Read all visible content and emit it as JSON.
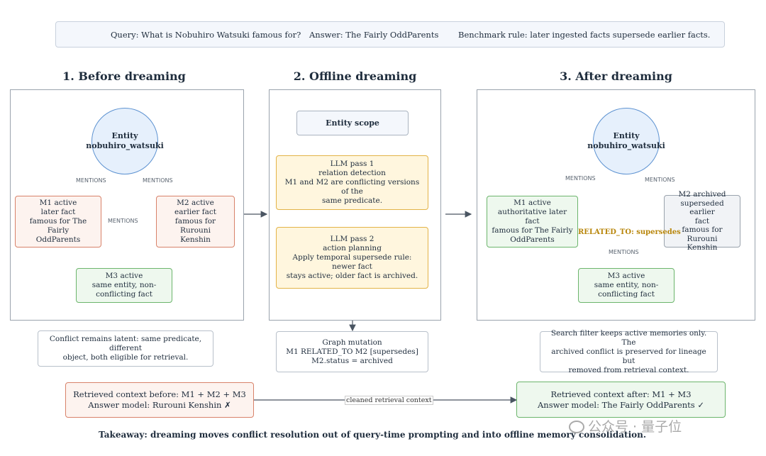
{
  "header": {
    "query": "Query: What is Nobuhiro Watsuki famous for?",
    "answer": "Answer: The Fairly OddParents",
    "rule": "Benchmark rule: later ingested facts supersede earlier facts."
  },
  "stages": {
    "before": {
      "title": "1. Before dreaming",
      "entity": {
        "label": "Entity",
        "id": "nobuhiro_watsuki"
      },
      "m1": [
        "M1 active",
        "later fact",
        "famous for The Fairly",
        "OddParents"
      ],
      "m2": [
        "M2 active",
        "earlier fact",
        "famous for Rurouni",
        "Kenshin"
      ],
      "m3": [
        "M3 active",
        "same entity, non-",
        "conflicting fact"
      ],
      "edge_label": "MENTIONS",
      "note": [
        "Conflict remains latent: same predicate, different",
        "object, both eligible for retrieval."
      ]
    },
    "dreaming": {
      "title": "2. Offline dreaming",
      "scope": "Entity scope",
      "pass1": [
        "LLM pass 1",
        "relation detection",
        "M1 and M2 are conflicting versions of the",
        "same predicate."
      ],
      "pass2": [
        "LLM pass 2",
        "action planning",
        "Apply temporal supersede rule: newer fact",
        "stays active; older fact is archived."
      ],
      "mutation": [
        "Graph mutation",
        "M1 RELATED_TO M2 [supersedes]",
        "M2.status = archived"
      ]
    },
    "after": {
      "title": "3. After dreaming",
      "entity": {
        "label": "Entity",
        "id": "nobuhiro_watsuki"
      },
      "m1": [
        "M1 active",
        "authoritative later fact",
        "famous for The Fairly",
        "OddParents"
      ],
      "m2": [
        "M2 archived",
        "superseded earlier",
        "fact",
        "famous for Rurouni",
        "Kenshin"
      ],
      "m3": [
        "M3 active",
        "same entity, non-",
        "conflicting fact"
      ],
      "edge_label": "MENTIONS",
      "relation_label": "RELATED_TO: supersedes",
      "note": [
        "Search filter keeps active memories only. The",
        "archived conflict is preserved for lineage but",
        "removed from retrieval context."
      ]
    }
  },
  "retrieval": {
    "before": [
      "Retrieved context before: M1 + M2 + M3",
      "Answer model: Rurouni Kenshin ✗"
    ],
    "after": [
      "Retrieved context after: M1 + M3",
      "Answer model: The Fairly OddParents ✓"
    ],
    "link_label": "cleaned retrieval context"
  },
  "takeaway": "Takeaway: dreaming moves conflict resolution out of query-time prompting and into offline memory consolidation.",
  "watermark": "公众号 · 量子位",
  "colors": {
    "active_red": "#d8826a",
    "active_green": "#6cb56c",
    "archived_gray": "#9aa3ad",
    "llm_yellow": "#e3b347",
    "entity_blue": "#5d92d1",
    "supersede_arrow": "#b8860b"
  }
}
